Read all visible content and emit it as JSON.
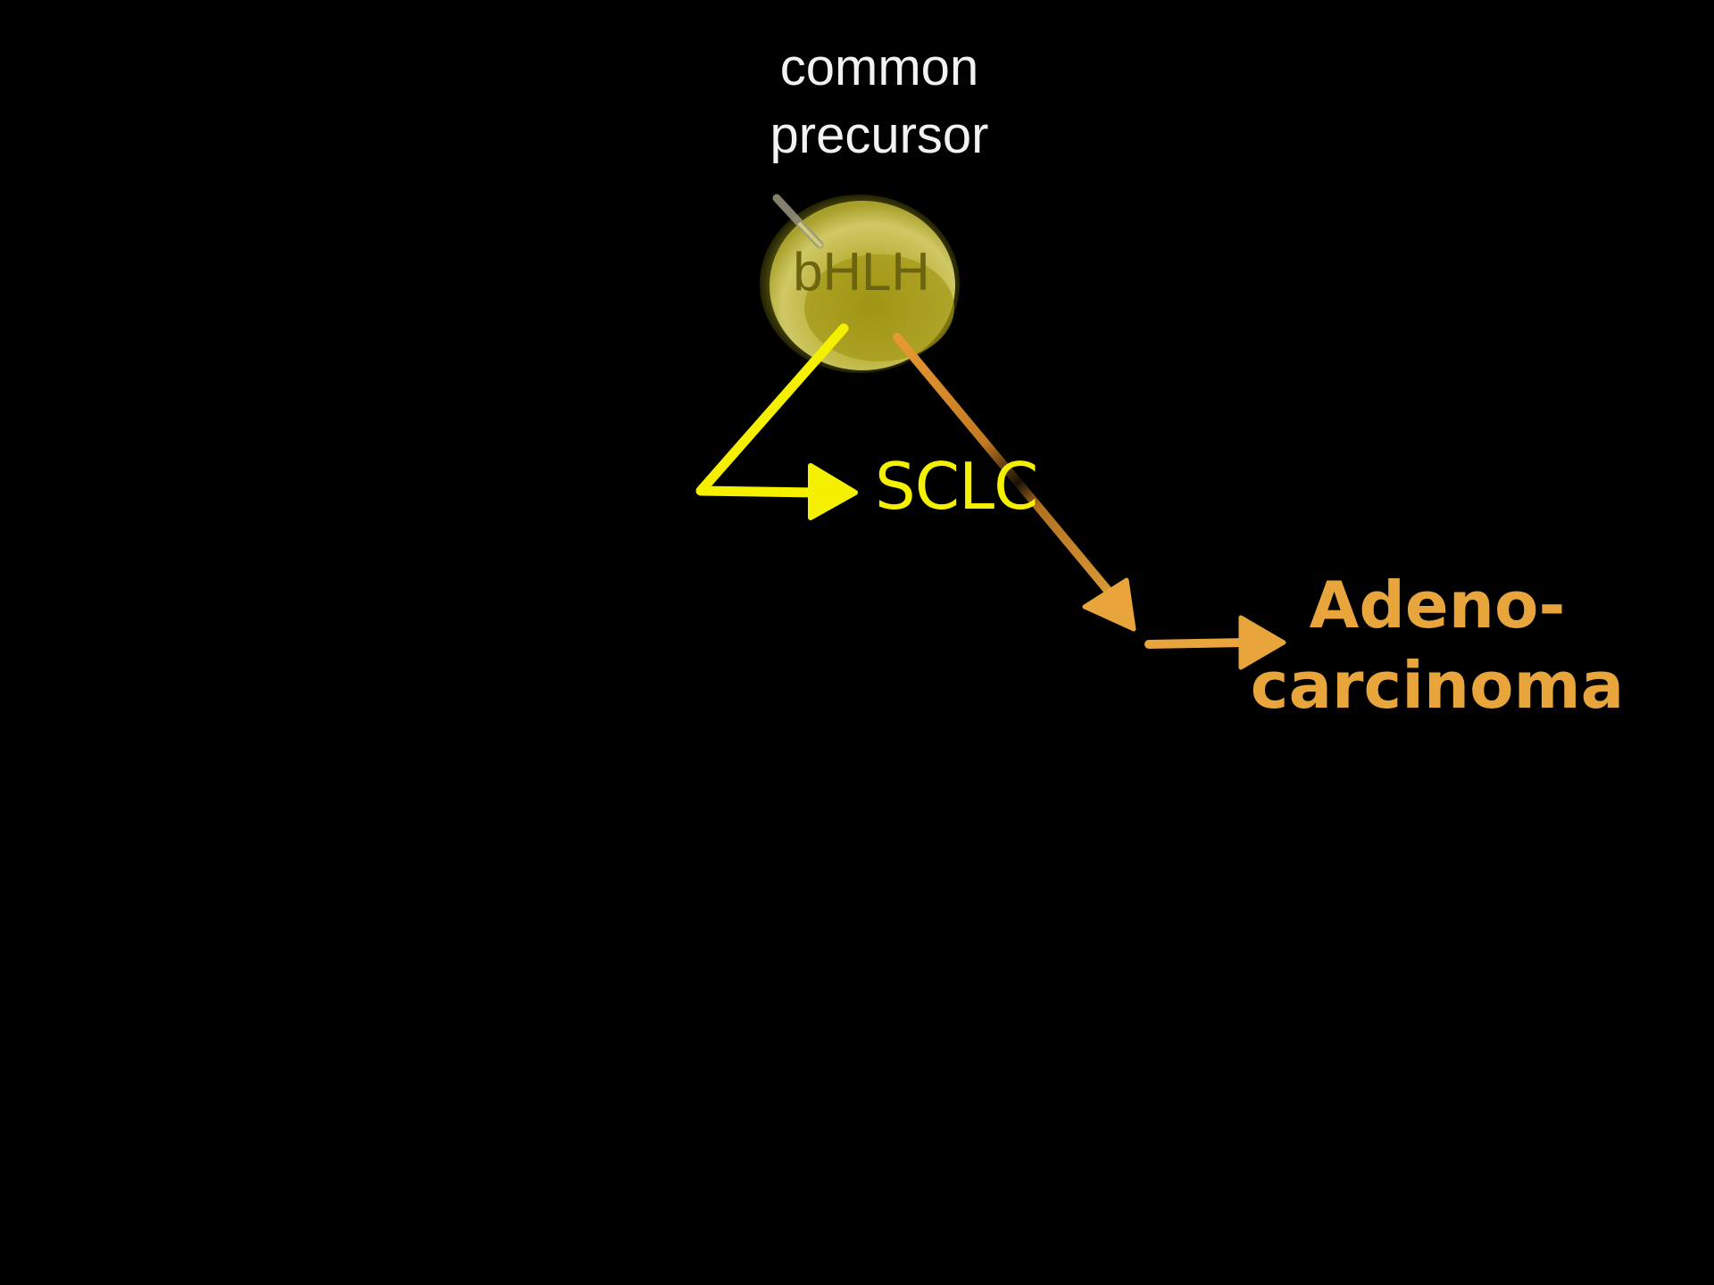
{
  "title": "",
  "nodes": {
    "precursor": {
      "label_lines": [
        "common",
        "precursor"
      ]
    },
    "cell": {
      "label": "bHLH"
    },
    "sclc": {
      "label": "SCLC"
    },
    "adenocarcinoma": {
      "label_lines": [
        "Adeno-",
        "carcinoma"
      ]
    }
  },
  "edges": [
    {
      "from": "cell",
      "to": "sclc"
    },
    {
      "from": "cell",
      "to": "adenocarcinoma"
    }
  ],
  "colors": {
    "background": "#000000",
    "precursor_text": "#f2f2f2",
    "cell_fill": "#a09a1e",
    "cell_text": "#6b6410",
    "sclc": "#f5f000",
    "adenocarcinoma": "#e8a53c"
  }
}
